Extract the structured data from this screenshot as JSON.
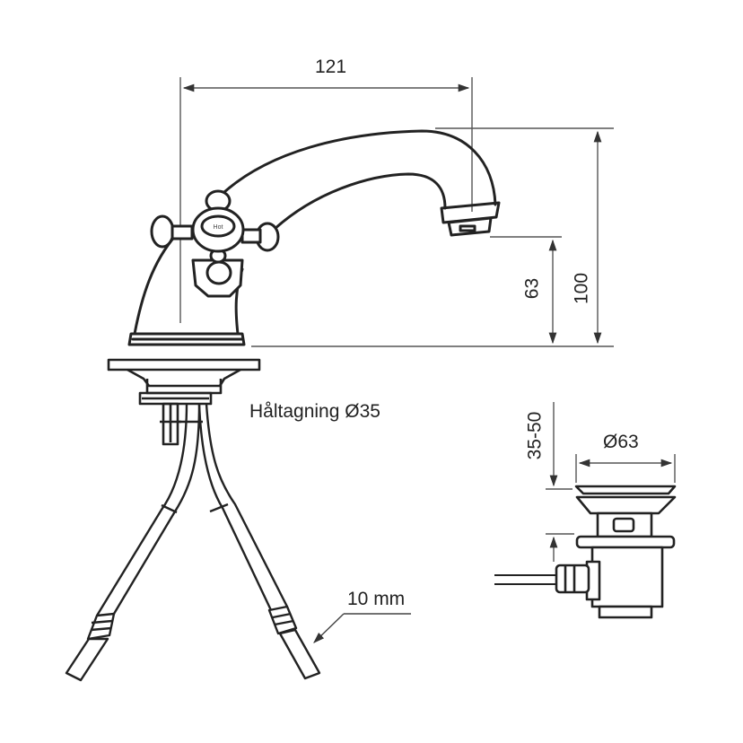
{
  "diagram": {
    "subject": "Basin mixer tap with cross handles and pop-up waste — dimension drawing",
    "colors": {
      "line": "#222222",
      "dimension_line": "#555555",
      "background": "#ffffff"
    },
    "dimensions": {
      "spout_reach": {
        "value": "121",
        "unit": "mm",
        "orientation": "horizontal"
      },
      "spout_outlet_height": {
        "value": "63",
        "unit": "mm",
        "orientation": "vertical"
      },
      "total_height": {
        "value": "100",
        "unit": "mm",
        "orientation": "vertical"
      },
      "waste_depth_range": {
        "value": "35-50",
        "unit": "mm",
        "orientation": "vertical"
      },
      "waste_diameter": {
        "value": "Ø63",
        "unit": "mm",
        "orientation": "horizontal"
      }
    },
    "notes": {
      "hole_size": "Håltagning Ø35",
      "hose_diameter": "10 mm"
    },
    "handle_cap_label": "Hot",
    "components": [
      {
        "id": "tap-body",
        "label": "Tap body with spout"
      },
      {
        "id": "cross-handle",
        "label": "Cross handle"
      },
      {
        "id": "mounting-base",
        "label": "Mounting flange and fixing"
      },
      {
        "id": "flexible-hoses",
        "label": "Flexible connection hoses"
      },
      {
        "id": "pop-up-waste",
        "label": "Pop-up waste with lever rod"
      }
    ]
  }
}
